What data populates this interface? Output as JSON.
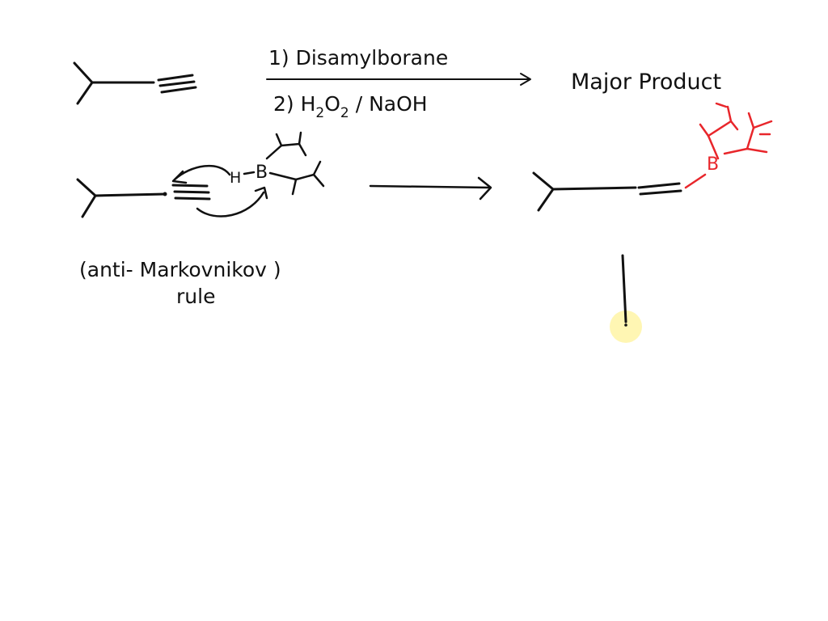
{
  "colors": {
    "ink": "#111111",
    "red": "#e8262b",
    "pointer": "#fff6b3"
  },
  "reaction": {
    "step1": "1) Disamylborane",
    "step2_prefix": "2) H",
    "sub2a": "2",
    "o_letter": "O",
    "sub2b": "2",
    "step2_suffix": " / NaOH",
    "product_label": "Major Product"
  },
  "mechanism": {
    "h_label": "H",
    "b_label": "B",
    "red_b_label": "B"
  },
  "note": {
    "line1": "(anti- Markovnikov )",
    "line2": "rule"
  }
}
